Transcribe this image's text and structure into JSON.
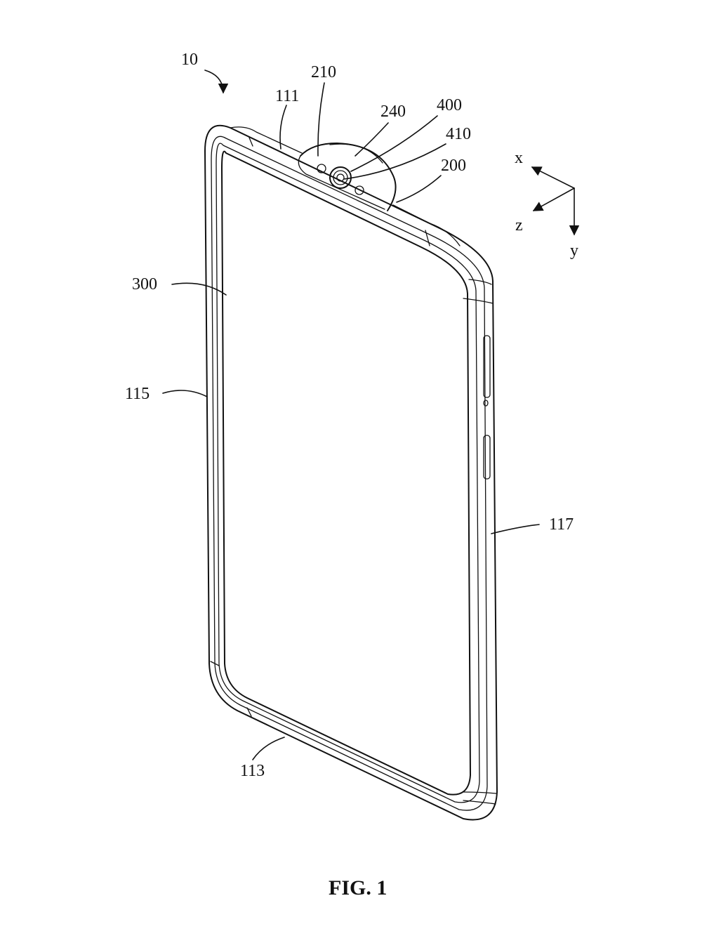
{
  "labels": {
    "device": "10",
    "top_frame": "111",
    "camera_module": "210",
    "module_surface": "240",
    "camera": "400",
    "lens": "410",
    "housing": "200",
    "display": "300",
    "left_frame": "115",
    "right_frame": "117",
    "bottom_frame": "113"
  },
  "axes": {
    "x": "x",
    "y": "y",
    "z": "z"
  },
  "caption": "FIG. 1"
}
